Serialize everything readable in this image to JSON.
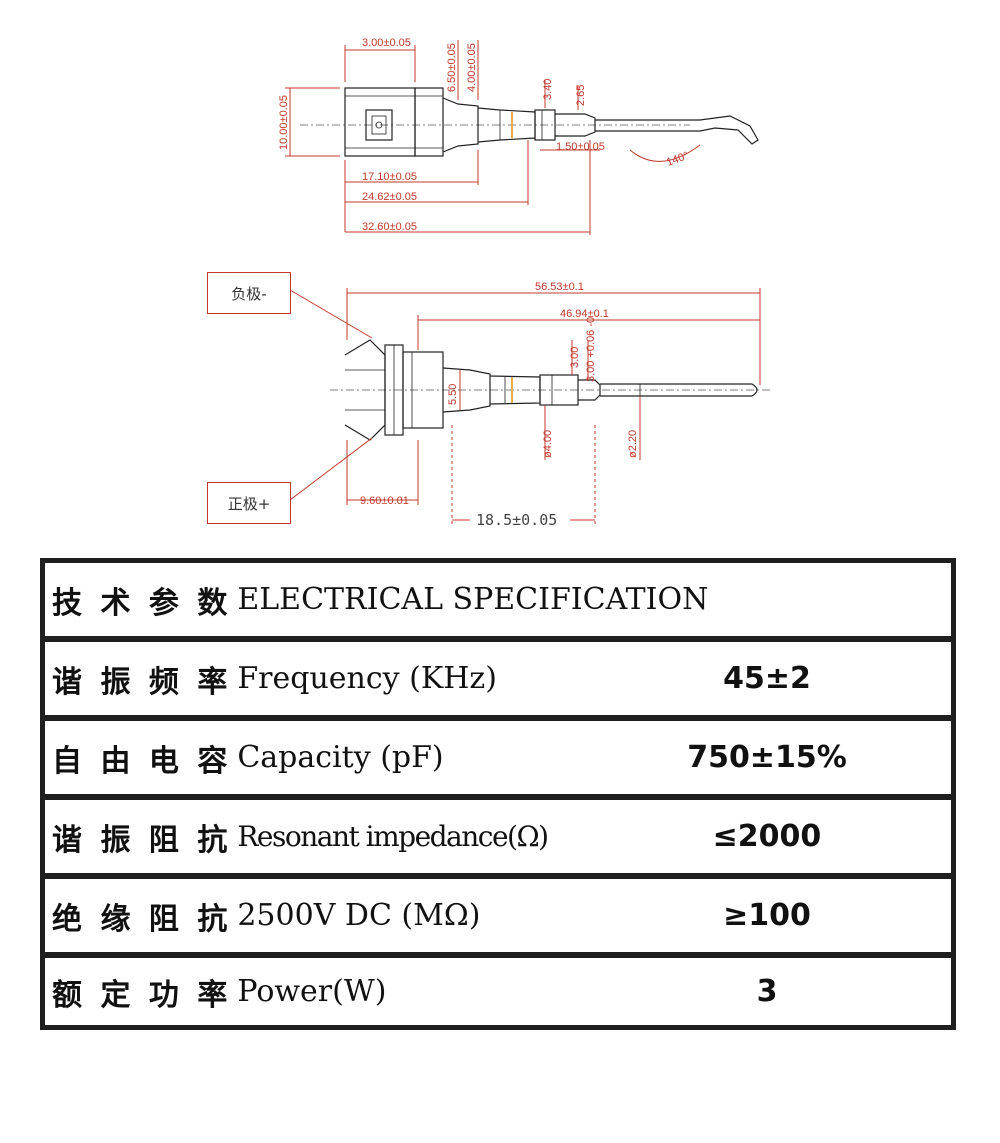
{
  "drawing": {
    "top_view": {
      "dims": {
        "d1": "3.00±0.05",
        "d2": "6.50±0.05",
        "d3": "4.00±0.05",
        "d4": "3.40",
        "d5": "2.65",
        "d6": "10.00±0.05",
        "d7": "1.50±0.05",
        "d8": "17.10±0.05",
        "d9": "24.62±0.05",
        "d10": "32.60±0.05",
        "angle": "140°"
      }
    },
    "side_view": {
      "dims": {
        "d1": "56.53±0.1",
        "d2": "46.94±0.1",
        "d3": "3.00",
        "d4": "3.00 +0.06 -0",
        "d5": "5.50",
        "d6": "ø4.00",
        "d7": "ø2.20",
        "d8": "9.60±0.01",
        "d9": "18.5±0.05"
      },
      "callouts": {
        "negative": "负极-",
        "positive": "正极+"
      }
    }
  },
  "spec_table": {
    "header": {
      "zh": "技 术 参 数",
      "en": "ELECTRICAL SPECIFICATION"
    },
    "rows": [
      {
        "zh": "谐 振 频 率",
        "en": "Frequency (KHz)",
        "value": "45±2"
      },
      {
        "zh": "自 由 电 容",
        "en": "Capacity (pF)",
        "value": "750±15%"
      },
      {
        "zh": "谐 振 阻 抗",
        "en": "Resonant impedance(Ω)",
        "value": "≤2000"
      },
      {
        "zh": "绝 缘 阻 抗",
        "en": "2500V DC (MΩ)",
        "value": "≥100"
      },
      {
        "zh": "额 定 功 率",
        "en": "Power(W)",
        "value": "3"
      }
    ]
  },
  "colors": {
    "dimension": "#c0392b",
    "outline": "#222222",
    "table_border": "#1f1f1f"
  }
}
